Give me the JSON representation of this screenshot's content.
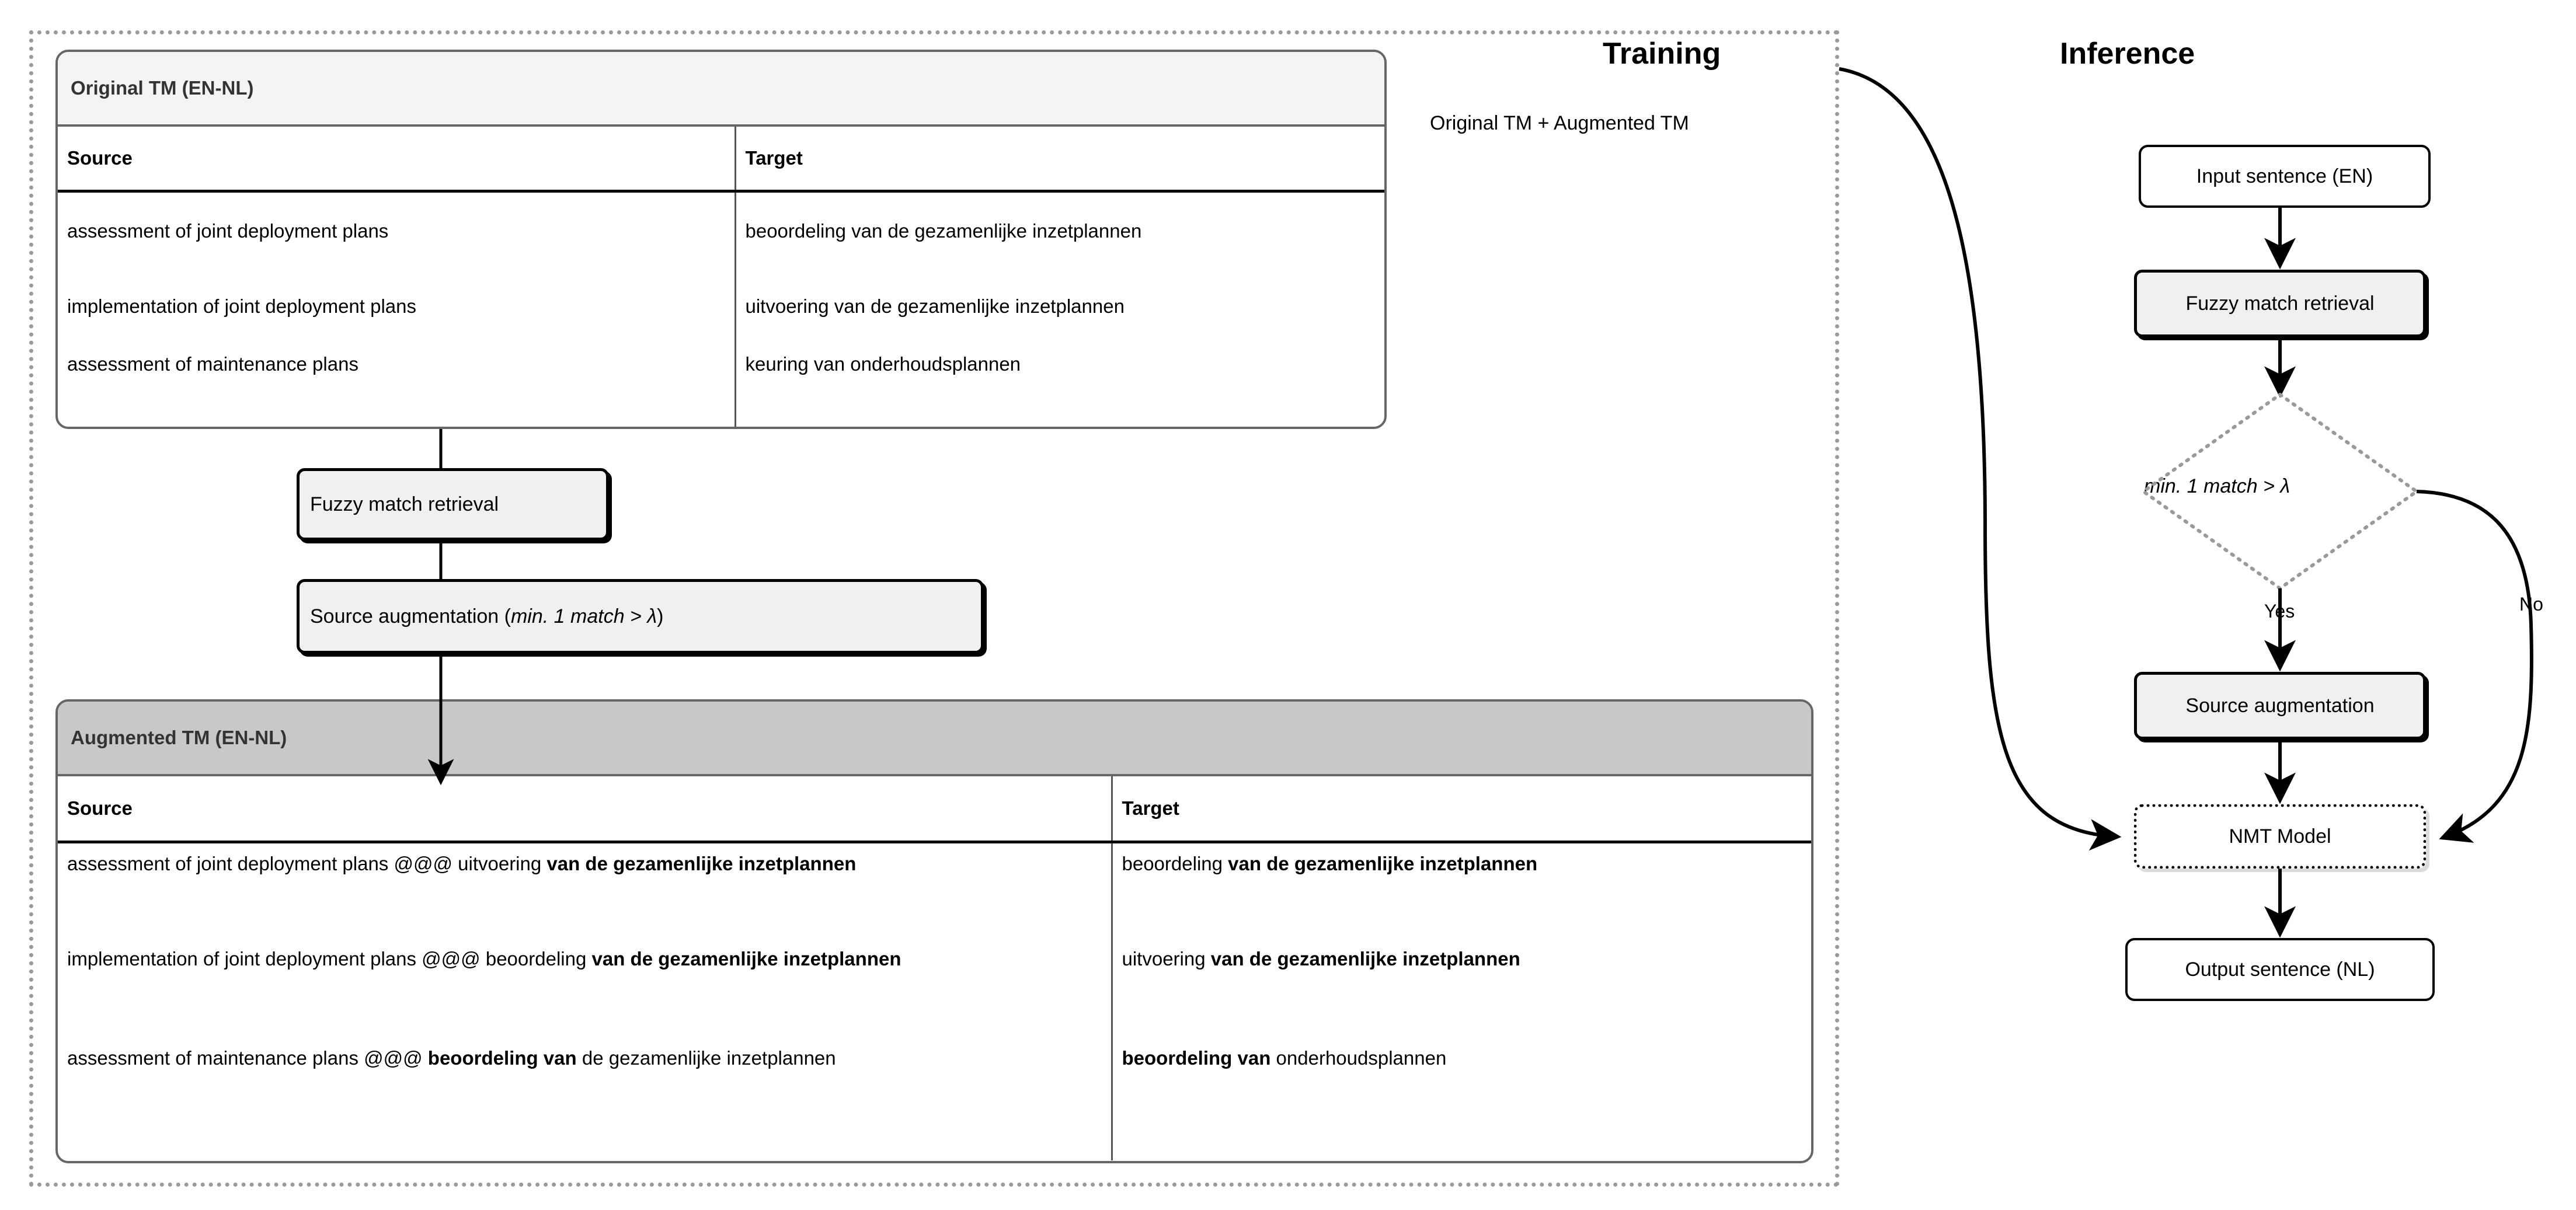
{
  "training": {
    "title": "Training",
    "subtitle": "Original TM + Augmented TM",
    "original_tm": {
      "caption": "Original TM (EN-NL)",
      "columns": [
        "Source",
        "Target"
      ],
      "rows": [
        {
          "source": "assessment of joint deployment plans",
          "target": "beoordeling van de gezamenlijke inzetplannen"
        },
        {
          "source": "implementation of joint deployment plans",
          "target": "uitvoering van de gezamenlijke inzetplannen"
        },
        {
          "source": "assessment of maintenance plans",
          "target": "keuring van onderhoudsplannen"
        }
      ]
    },
    "steps": {
      "fuzzy_match_retrieval": "Fuzzy match retrieval",
      "source_augmentation_prefix": "Source augmentation (",
      "source_augmentation_condition": "min. 1 match > λ",
      "source_augmentation_suffix": ")"
    },
    "augmented_tm": {
      "caption": "Augmented TM (EN-NL)",
      "columns": [
        "Source",
        "Target"
      ],
      "rows": [
        {
          "source_plain_1": "assessment of joint deployment plans @@@ uitvoering ",
          "source_bold_1": "van de gezamenlijke inzetplannen",
          "source_plain_2": "",
          "target_plain_1": "beoordeling ",
          "target_bold_1": "van de gezamenlijke inzetplannen",
          "target_plain_2": ""
        },
        {
          "source_plain_1": "implementation of joint deployment plans @@@ beoordeling ",
          "source_bold_1": "van de gezamenlijke inzetplannen",
          "source_plain_2": "",
          "target_plain_1": "uitvoering ",
          "target_bold_1": "van de gezamenlijke inzetplannen",
          "target_plain_2": ""
        },
        {
          "source_plain_1": "assessment of maintenance plans @@@ ",
          "source_bold_1": "beoordeling van",
          "source_plain_2": " de gezamenlijke inzetplannen",
          "target_plain_1": "",
          "target_bold_1": "beoordeling van",
          "target_plain_2": " onderhoudsplannen"
        }
      ]
    }
  },
  "inference": {
    "title": "Inference",
    "nodes": {
      "input_sentence": "Input sentence (EN)",
      "fuzzy_match_retrieval": "Fuzzy match retrieval",
      "decision": "min. 1 match > λ",
      "source_augmentation": "Source augmentation",
      "nmt_model": "NMT Model",
      "output_sentence": "Output sentence (NL)"
    },
    "edge_labels": {
      "yes": "Yes",
      "no": "No"
    }
  },
  "colors": {
    "frame_dotted": "#9a9a9a",
    "panel_border": "#666666",
    "caption_light": "#f4f4f4",
    "caption_dark": "#c8c8c8",
    "process_fill": "#f0f0f0",
    "stroke": "#000000"
  }
}
